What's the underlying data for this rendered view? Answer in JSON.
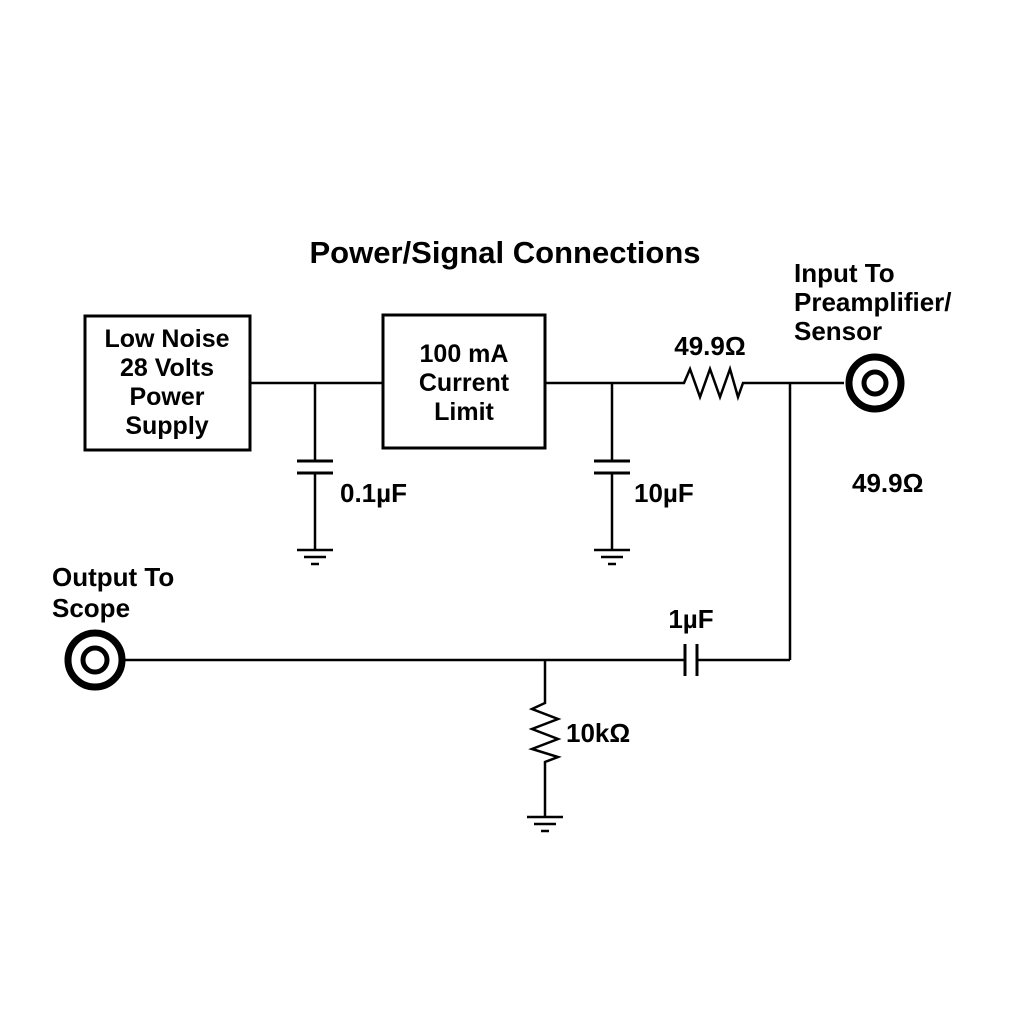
{
  "title": "Power/Signal Connections",
  "boxes": {
    "power_supply": {
      "lines": [
        "Low Noise",
        "28 Volts",
        "Power",
        "Supply"
      ]
    },
    "current_limit": {
      "lines": [
        "100 mA",
        "Current",
        "Limit"
      ]
    }
  },
  "connectors": {
    "input": {
      "lines": [
        "Input To",
        "Preamplifier/",
        "Sensor"
      ]
    },
    "output": {
      "lines": [
        "Output To",
        "Scope"
      ]
    }
  },
  "components": {
    "cap_01uf": "0.1µF",
    "cap_10uf": "10µF",
    "cap_1uf": "1µF",
    "res_series": "49.9Ω",
    "res_termination": "49.9Ω",
    "res_10k": "10kΩ"
  },
  "colors": {
    "line": "#000000",
    "background": "#ffffff"
  }
}
